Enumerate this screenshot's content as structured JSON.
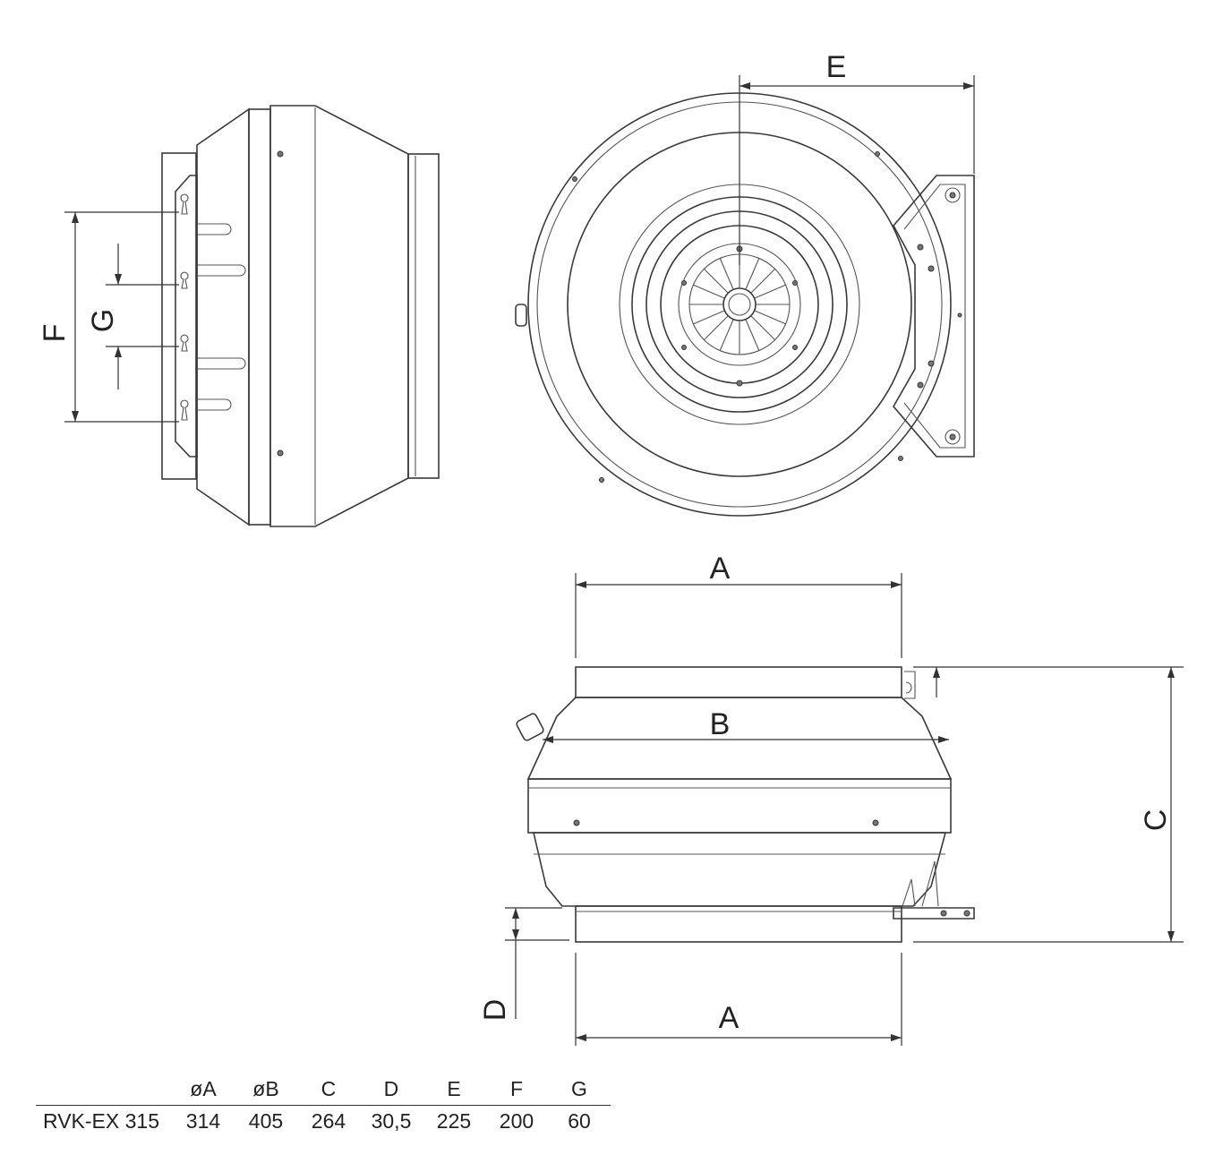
{
  "labels": {
    "A": "A",
    "B": "B",
    "C": "C",
    "D": "D",
    "E": "E",
    "F": "F",
    "G": "G"
  },
  "table": {
    "headers": [
      "",
      "øA",
      "øB",
      "C",
      "D",
      "E",
      "F",
      "G"
    ],
    "rows": [
      [
        "RVK-EX 315",
        "314",
        "405",
        "264",
        "30,5",
        "225",
        "200",
        "60"
      ]
    ]
  }
}
